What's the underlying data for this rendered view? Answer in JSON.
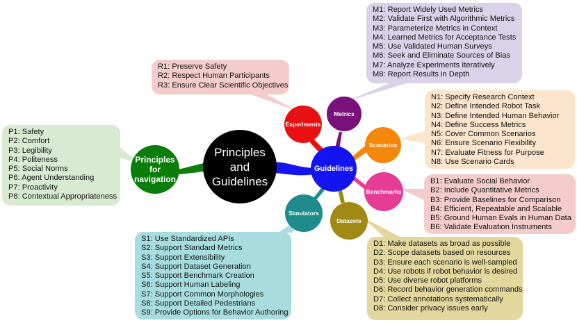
{
  "center": {
    "line1": "Principles",
    "line2": "and",
    "line3": "Guidelines"
  },
  "principles_node": {
    "line1": "Principles",
    "line2": "for",
    "line3": "navigation"
  },
  "guidelines_node": {
    "label": "Guidelines"
  },
  "categories": {
    "experiments": "Experiments",
    "metrics": "Metrics",
    "scenarios": "Scenarios",
    "benchmarks": "Benchmarks",
    "datasets": "Datasets",
    "simulators": "Simulators"
  },
  "colors": {
    "center": "#000000",
    "principles": "#0a7d0a",
    "guidelines": "#1414f0",
    "experiments": "#e81010",
    "metrics": "#7a107a",
    "scenarios": "#f5870a",
    "benchmarks": "#e63c96",
    "datasets": "#a08a14",
    "simulators": "#1e8c8c"
  },
  "lists": {
    "principles": [
      "P1: Safety",
      "P2: Comfort",
      "P3: Legibility",
      "P4: Politeness",
      "P5: Social Norms",
      "P6: Agent Understanding",
      "P7: Proactivity",
      "P8: Contextual Appropriateness"
    ],
    "experiments": [
      "R1: Preserve Safety",
      "R2: Respect Human Participants",
      "R3: Ensure Clear Scientific Objectives"
    ],
    "metrics": [
      "M1: Report Widely Used Metrics",
      "M2: Validate First with Algorithmic Metrics",
      "M3: Parameterize Metrics in Context",
      "M4: Learned Metrics for Acceptance Tests",
      "M5: Use Validated Human Surveys",
      "M6: Seek and Eliminate Sources of Bias",
      "M7: Analyze Experiments Iteratively",
      "M8: Report Results in Depth"
    ],
    "scenarios": [
      "N1: Specify Research Context",
      "N2: Define Intended Robot Task",
      "N3: Define Intended Human Behavior",
      "N4: Define Success Metrics",
      "N5: Cover Common Scenarios",
      "N6: Ensure Scenario Flexibility",
      "N7: Evaluate Fitness for Purpose",
      "N8: Use Scenario Cards"
    ],
    "benchmarks": [
      "B1: Evaluate Social Behavior",
      "B2: Include Quantitative Metrics",
      "B3: Provide Baselines for Comparison",
      "B4: Efficient, Repeatable and Scalable",
      "B5: Ground Human Evals in Human Data",
      "B6: Validate Evaluation Instruments"
    ],
    "datasets": [
      "D1: Make datasets as broad as possible",
      "D2: Scope datasets based on resources",
      "D3: Ensure each scenario is well-sampled",
      "D4: Use robots if robot behavior is desired",
      "D5: Use diverse robot platforms",
      "D6: Record behavior generation commands",
      "D7: Collect annotations systematically",
      "D8: Consider privacy issues early"
    ],
    "simulators": [
      "S1: Use Standardized APIs",
      "S2: Support Standard Metrics",
      "S3: Support Extensibility",
      "S4: Support Dataset Generation",
      "S5: Support Benchmark Creation",
      "S6: Support Human Labeling",
      "S7: Support Common Morphologies",
      "S8: Support Detailed Pedestrians",
      "S9: Provide Options for Behavior Authoring"
    ]
  }
}
